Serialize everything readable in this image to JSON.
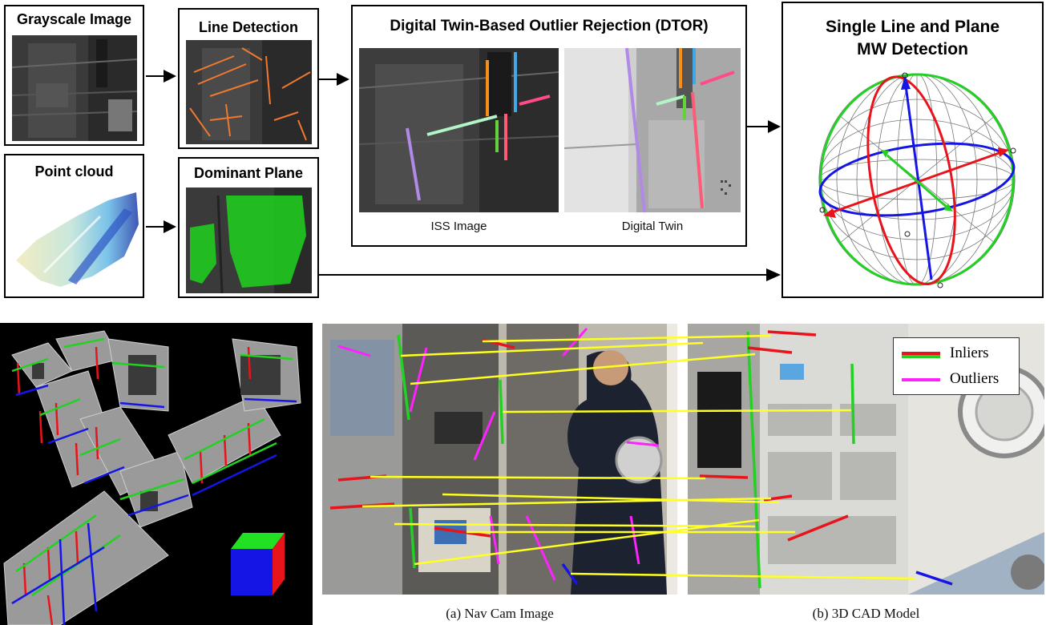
{
  "pipeline": {
    "grayscale_title": "Grayscale Image",
    "pointcloud_title": "Point cloud",
    "line_detection_title": "Line Detection",
    "dominant_plane_title": "Dominant Plane",
    "dtor_title": "Digital Twin-Based Outlier Rejection (DTOR)",
    "iss_image_caption": "ISS Image",
    "digital_twin_caption": "Digital Twin",
    "mw_title_line1": "Single Line and Plane",
    "mw_title_line2": "MW Detection"
  },
  "bottom": {
    "legend_inliers": "Inliers",
    "legend_outliers": "Outliers",
    "caption_a": "(a) Nav Cam Image",
    "caption_b": "(b) 3D CAD Model"
  },
  "colors": {
    "inlier_red": "#e8141c",
    "inlier_green": "#22d122",
    "outlier_magenta": "#ff22ff",
    "match_yellow": "#ffff22",
    "mw_blue": "#1515e6"
  }
}
